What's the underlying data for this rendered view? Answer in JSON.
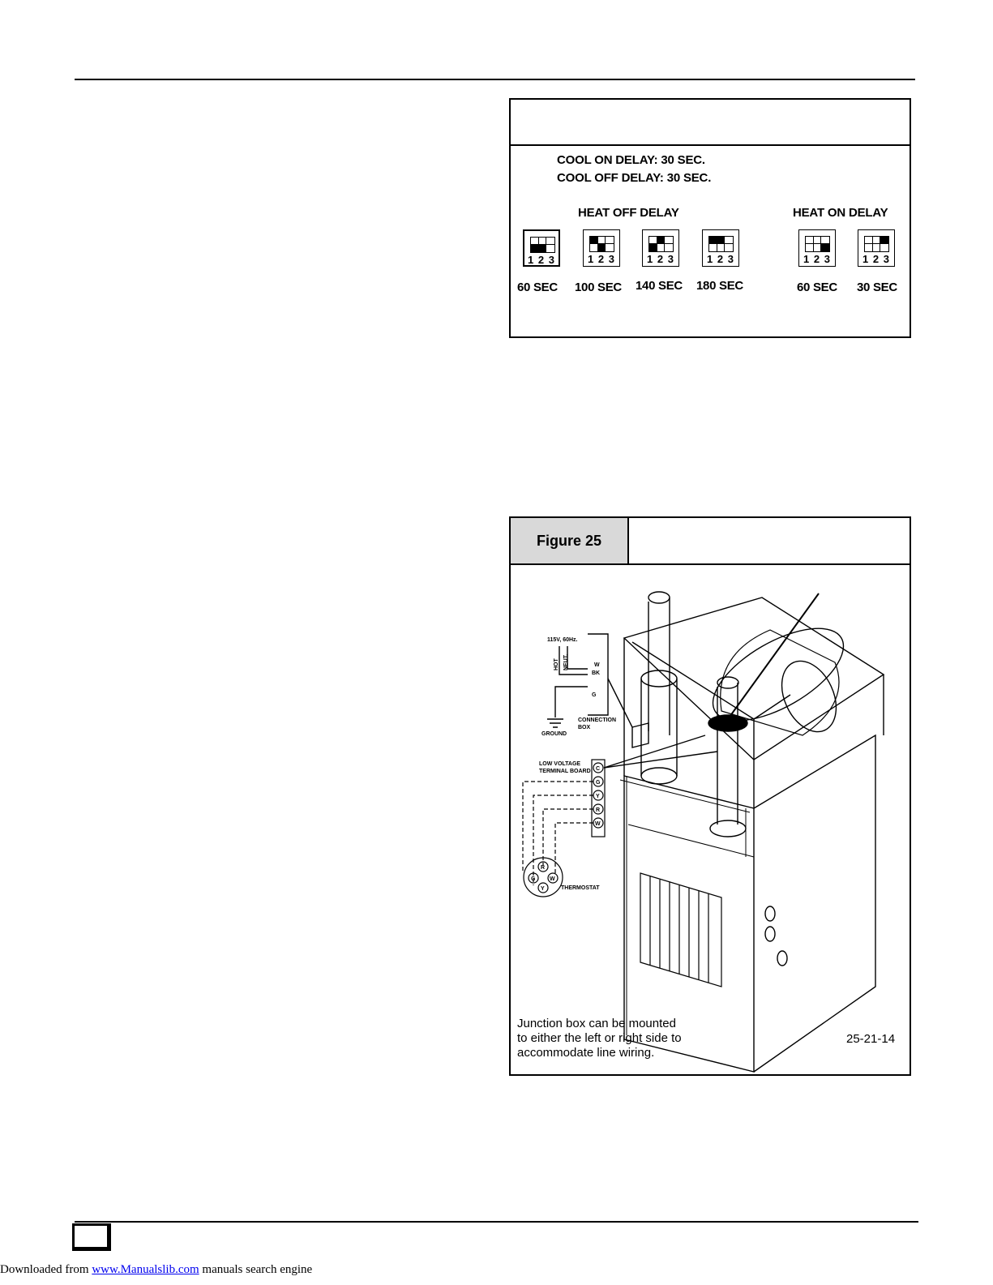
{
  "cool_delays": {
    "cool_on": "COOL ON DELAY:  30 SEC.",
    "cool_off": "COOL OFF DELAY: 30 SEC."
  },
  "heat_off_delay": {
    "title": "HEAT OFF DELAY",
    "switches": [
      {
        "label": "60 SEC",
        "numbers": "1 2 3",
        "pattern": [
          0,
          0,
          0,
          1,
          1,
          0
        ]
      },
      {
        "label": "100 SEC",
        "numbers": "1 2 3",
        "pattern": [
          1,
          0,
          0,
          0,
          1,
          0
        ]
      },
      {
        "label": "140 SEC",
        "numbers": "1 2 3",
        "pattern": [
          0,
          1,
          0,
          1,
          0,
          0
        ]
      },
      {
        "label": "180 SEC",
        "numbers": "1 2 3",
        "pattern": [
          1,
          1,
          0,
          0,
          0,
          0
        ]
      }
    ]
  },
  "heat_on_delay": {
    "title": "HEAT ON DELAY",
    "switches": [
      {
        "label": "60 SEC",
        "numbers": "1 2 3",
        "pattern": [
          0,
          0,
          0,
          0,
          0,
          1
        ]
      },
      {
        "label": "30 SEC",
        "numbers": "1 2 3",
        "pattern": [
          0,
          0,
          1,
          0,
          0,
          0
        ]
      }
    ]
  },
  "figure25": {
    "tab": "Figure 25",
    "caption_lines": [
      "Junction box can be mounted",
      "to either the left or right side to",
      "accommodate line wiring."
    ],
    "code": "25-21-14",
    "diagram": {
      "power": "115V, 60Hz.",
      "hot": "HOT",
      "neut": "NEUT.",
      "w": "W",
      "bk": "BK",
      "g": "G",
      "connection_box": [
        "CONNECTION",
        "BOX"
      ],
      "ground": "GROUND",
      "lv_board": [
        "LOW VOLTAGE",
        "TERMINAL BOARD"
      ],
      "terminals": [
        "C",
        "G",
        "Y",
        "R",
        "W"
      ],
      "thermostat": "THERMOSTAT",
      "thermo_terms": [
        "R",
        "G",
        "W",
        "Y"
      ]
    }
  },
  "footer": {
    "prefix": "Downloaded from ",
    "link": "www.Manualslib.com",
    "suffix": "  manuals search engine"
  },
  "colors": {
    "tab_bg": "#d9d9d9",
    "link": "#0000ee"
  }
}
